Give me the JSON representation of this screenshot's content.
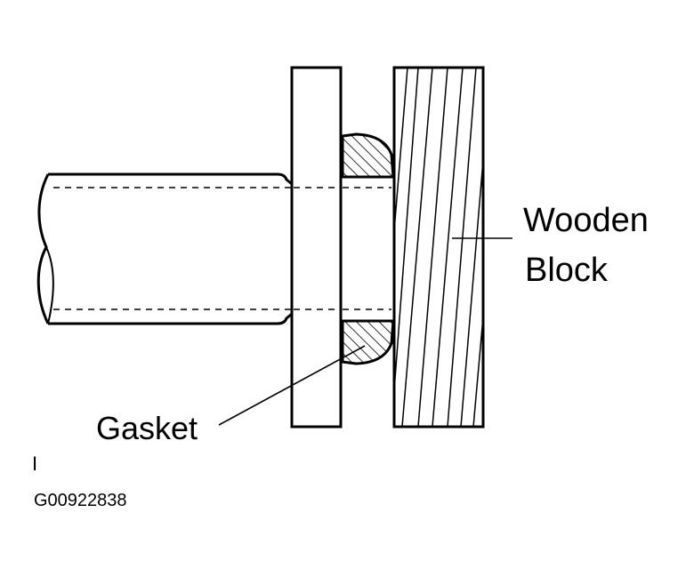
{
  "labels": {
    "wooden": "Wooden",
    "block": "Block",
    "gasket": "Gasket",
    "mark": "I",
    "code": "G00922838"
  },
  "colors": {
    "ink": "#000000",
    "background": "#ffffff"
  }
}
